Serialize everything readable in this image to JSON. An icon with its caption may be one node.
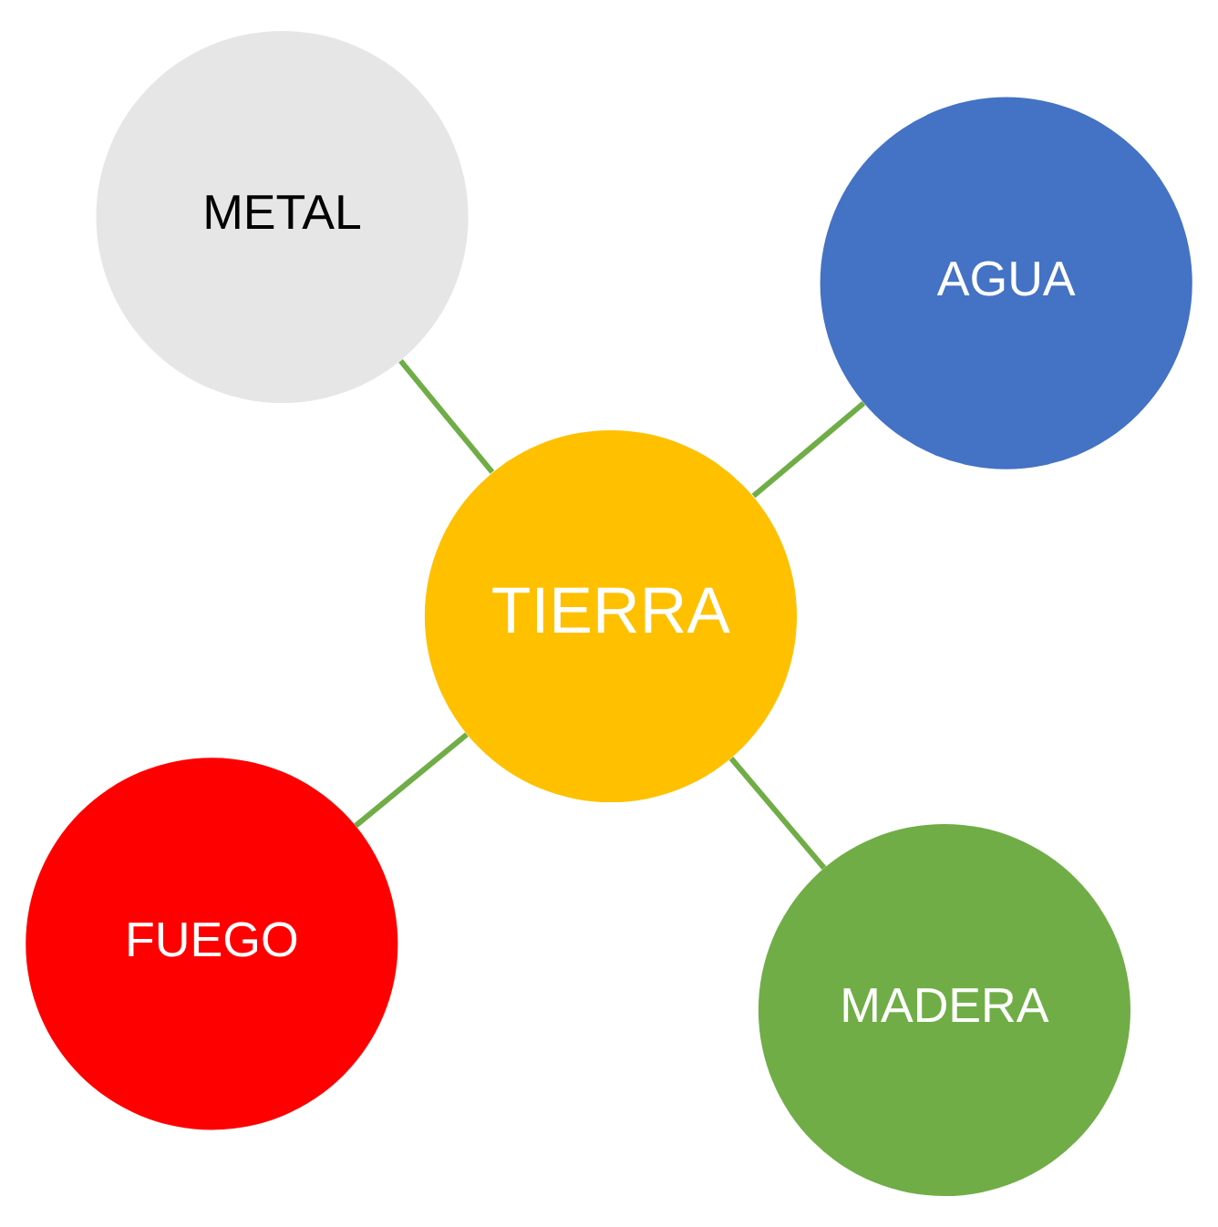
{
  "diagram": {
    "nodes": [
      {
        "text": [
          "FUEGO"
        ]
      },
      {
        "text": [
          "MADERA"
        ]
      },
      {
        "text": [
          "TIERRA"
        ]
      },
      {
        "text": [
          "METAL"
        ]
      },
      {
        "text": [
          "AGUA"
        ]
      }
    ],
    "edges": [
      {
        "from": 2,
        "to": 0,
        "arrow": "none"
      },
      {
        "from": 2,
        "to": 1,
        "arrow": "none"
      },
      {
        "from": 2,
        "to": 3,
        "arrow": "none"
      },
      {
        "from": 2,
        "to": 4,
        "arrow": "none"
      }
    ]
  }
}
